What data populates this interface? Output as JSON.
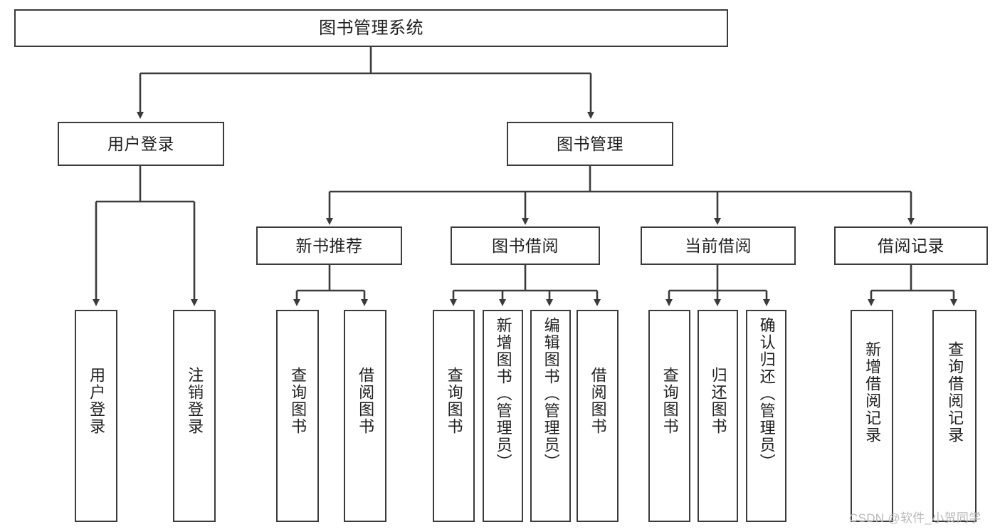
{
  "diagram": {
    "type": "tree-hierarchy",
    "title_node": {
      "id": "root",
      "label": "图书管理系统"
    },
    "level2": [
      {
        "id": "user-login",
        "label": "用户登录"
      },
      {
        "id": "book-management",
        "label": "图书管理"
      }
    ],
    "level3": [
      {
        "id": "new-book-recommend",
        "label": "新书推荐",
        "parent": "book-management"
      },
      {
        "id": "book-borrow",
        "label": "图书借阅",
        "parent": "book-management"
      },
      {
        "id": "current-borrow",
        "label": "当前借阅",
        "parent": "book-management"
      },
      {
        "id": "borrow-record",
        "label": "借阅记录",
        "parent": "book-management"
      }
    ],
    "leaves": {
      "user-login": [
        {
          "id": "leaf-user-login",
          "label": "用户登录"
        },
        {
          "id": "leaf-logout",
          "label": "注销登录"
        }
      ],
      "new-book-recommend": [
        {
          "id": "leaf-query-book-1",
          "label": "查询图书"
        },
        {
          "id": "leaf-borrow-book-1",
          "label": "借阅图书"
        }
      ],
      "book-borrow": [
        {
          "id": "leaf-query-book-2",
          "label": "查询图书"
        },
        {
          "id": "leaf-add-book",
          "label": "新增图书（管理员）"
        },
        {
          "id": "leaf-edit-book",
          "label": "编辑图书（管理员）"
        },
        {
          "id": "leaf-borrow-book-2",
          "label": "借阅图书"
        }
      ],
      "current-borrow": [
        {
          "id": "leaf-query-book-3",
          "label": "查询图书"
        },
        {
          "id": "leaf-return-book",
          "label": "归还图书"
        },
        {
          "id": "leaf-confirm-return",
          "label": "确认归还（管理员）"
        }
      ],
      "borrow-record": [
        {
          "id": "leaf-add-record",
          "label": "新增借阅记录"
        },
        {
          "id": "leaf-query-record",
          "label": "查询借阅记录"
        }
      ]
    }
  },
  "watermark": {
    "text": "CSDN @软件_小贺同学"
  },
  "colors": {
    "border": "#3b3b3b",
    "background": "#ffffff",
    "text": "#1f1f1f",
    "watermark": "#b9b9b9"
  }
}
